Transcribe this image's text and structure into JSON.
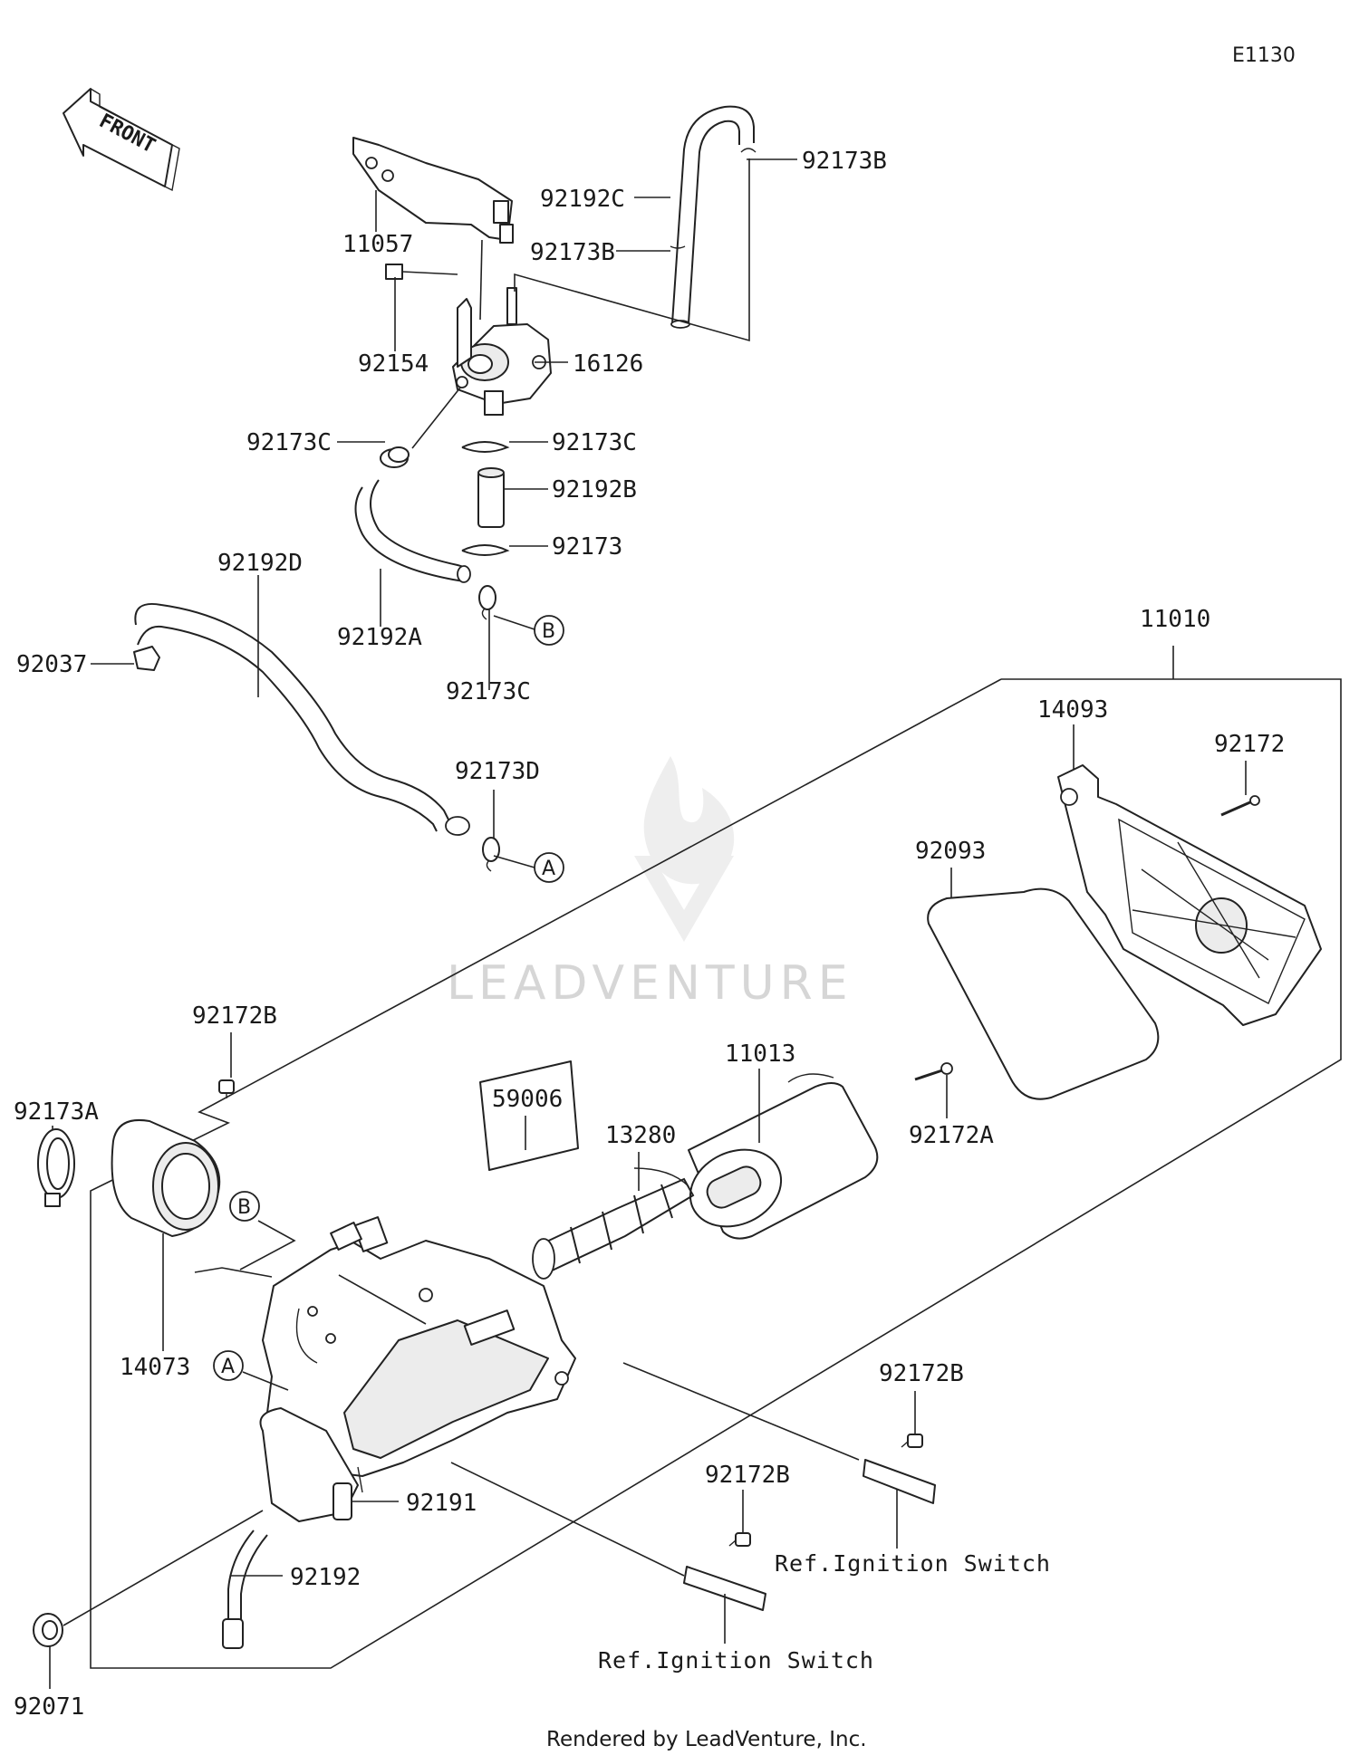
{
  "diagram_code": "E1130",
  "front_label": "FRONT",
  "footer": "Rendered by LeadVenture, Inc.",
  "watermark": "LEADVENTURE",
  "callouts": [
    "A",
    "B"
  ],
  "ref_labels": [
    "Ref.Ignition Switch",
    "Ref.Ignition Switch"
  ],
  "parts": [
    "11057",
    "92192C",
    "92173B",
    "92173B",
    "92154",
    "16126",
    "92173C",
    "92173C",
    "92192B",
    "92173",
    "92192D",
    "92192A",
    "92037",
    "92173C",
    "92173D",
    "11010",
    "14093",
    "92172",
    "92093",
    "92172B",
    "11013",
    "59006",
    "92172A",
    "92173A",
    "13280",
    "14073",
    "92172B",
    "92191",
    "92172B",
    "92192",
    "92071"
  ]
}
